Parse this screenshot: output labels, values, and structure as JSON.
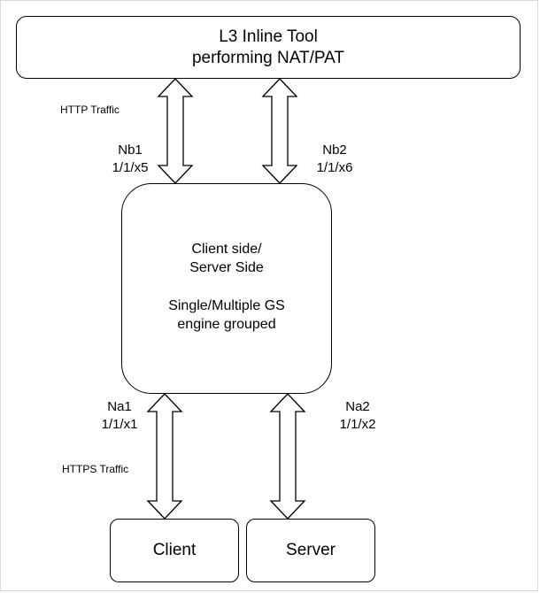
{
  "boxes": {
    "top": {
      "line1": "L3 Inline Tool",
      "line2": "performing NAT/PAT"
    },
    "center": {
      "line1": "Client side/",
      "line2": "Server Side",
      "line3": "Single/Multiple GS",
      "line4": "engine grouped"
    },
    "client": "Client",
    "server": "Server"
  },
  "ports": {
    "nb1": {
      "name": "Nb1",
      "id": "1/1/x5"
    },
    "nb2": {
      "name": "Nb2",
      "id": "1/1/x6"
    },
    "na1": {
      "name": "Na1",
      "id": "1/1/x1"
    },
    "na2": {
      "name": "Na2",
      "id": "1/1/x2"
    }
  },
  "traffic": {
    "http": "HTTP Traffic",
    "https": "HTTPS Traffic"
  }
}
